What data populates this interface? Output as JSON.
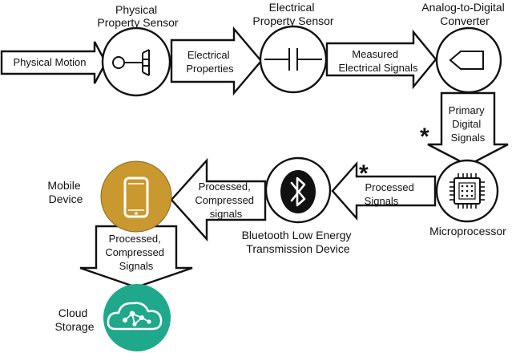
{
  "nodes": {
    "physical_sensor": [
      "Physical",
      "Property Sensor"
    ],
    "electrical_sensor": [
      "Electrical",
      "Property Sensor"
    ],
    "adc": [
      "Analog-to-Digital",
      "Converter"
    ],
    "microprocessor": [
      "Microprocessor"
    ],
    "ble": [
      "Bluetooth Low Energy",
      "Transmission Device"
    ],
    "mobile": [
      "Mobile",
      "Device"
    ],
    "cloud": [
      "Cloud",
      "Storage"
    ]
  },
  "arrows": {
    "physical_motion": [
      "Physical Motion"
    ],
    "electrical_properties": [
      "Electrical",
      "Properties"
    ],
    "measured_signals": [
      "Measured",
      "Electrical Signals"
    ],
    "primary_digital": [
      "Primary",
      "Digital",
      "Signals"
    ],
    "processed_signals": [
      "Processed",
      "Signals"
    ],
    "compressed_to_mobile": [
      "Processed,",
      "Compressed",
      "signals"
    ],
    "compressed_to_cloud": [
      "Processed,",
      "Compressed",
      "Signals"
    ]
  },
  "markers": {
    "asterisk": "*"
  },
  "colors": {
    "mobile_fill": "#C9982E",
    "cloud_fill": "#1FA88C",
    "ble_fill": "#111111",
    "stroke": "#111111"
  },
  "icons": {
    "physical_sensor": "probe-sensor-icon",
    "electrical_sensor": "capacitor-icon",
    "adc": "pentagon-converter-icon",
    "microprocessor": "microchip-icon",
    "ble": "bluetooth-icon",
    "mobile": "smartphone-icon",
    "cloud": "cloud-network-icon"
  }
}
